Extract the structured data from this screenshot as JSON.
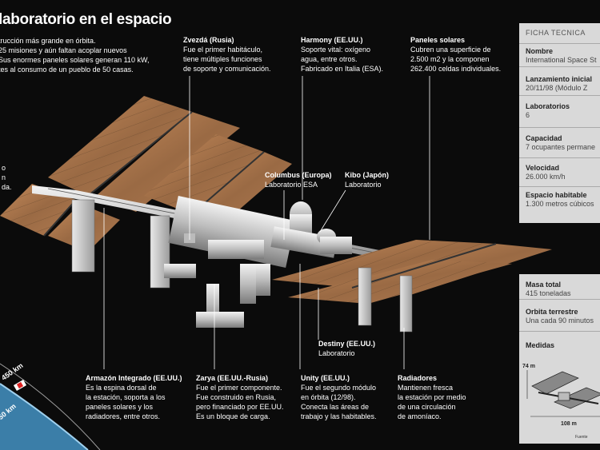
{
  "title": "laboratorio en el espacio",
  "intro": [
    "trucción más grande en órbita.",
    "25 misiones y aún faltan acoplar nuevos",
    "Sus enormes paneles solares generan 110 kW,",
    "tes al consumo de un pueblo de 50 casas."
  ],
  "left_fragments": [
    "o",
    "n",
    "da."
  ],
  "callouts": {
    "zvezda": {
      "title": "Zvezdá (Rusia)",
      "lines": [
        "Fue el primer habitáculo,",
        "tiene múltiples funciones",
        "de soporte y comunicación."
      ]
    },
    "harmony": {
      "title": "Harmony (EE.UU.)",
      "lines": [
        "Soporte vital: oxígeno",
        "agua, entre otros.",
        "Fabricado en Italia (ESA)."
      ]
    },
    "paneles": {
      "title": "Paneles solares",
      "lines": [
        "Cubren una superficie de",
        "2.500 m2 y la componen",
        "262.400 celdas individuales."
      ]
    },
    "columbus": {
      "title": "Columbus (Europa)",
      "lines": [
        "Laboratorio ESA"
      ]
    },
    "kibo": {
      "title": "Kibo (Japón)",
      "lines": [
        "Laboratorio"
      ]
    },
    "destiny": {
      "title": "Destiny (EE.UU.)",
      "lines": [
        "Laboratorio"
      ]
    },
    "armazon": {
      "title": "Armazón Integrado (EE.UU.)",
      "lines": [
        "Es la espina dorsal de",
        "la estación, soporta a los",
        "paneles solares y los",
        "radiadores, entre otros."
      ]
    },
    "zarya": {
      "title": "Zarya (EE.UU.-Rusia)",
      "lines": [
        "Fue el primer componente.",
        "Fue construido en Rusia,",
        "pero financiado por EE.UU.",
        "Es un bloque de carga."
      ]
    },
    "unity": {
      "title": "Unity (EE.UU.)",
      "lines": [
        "Fue el segundo módulo",
        "en órbita (12/98).",
        "Conecta las áreas de",
        "trabajo y las habitables."
      ]
    },
    "radiadores": {
      "title": "Radiadores",
      "lines": [
        "Mantienen fresca",
        "la estación por medio",
        "de una circulación",
        "de amoníaco."
      ]
    }
  },
  "altitudes": {
    "upper": "450 km",
    "lower": "50 km"
  },
  "ficha": {
    "header": "FICHA TECNICA",
    "rows": [
      {
        "k": "Nombre",
        "v": "International Space St"
      },
      {
        "k": "Lanzamiento inicial",
        "v": "20/11/98 (Módulo Z"
      },
      {
        "k": "Laboratorios",
        "v": "6"
      },
      {
        "k": "Capacidad",
        "v": "7 ocupantes permane"
      },
      {
        "k": "Velocidad",
        "v": "26.000 km/h"
      },
      {
        "k": "Espacio habitable",
        "v": "1.300 metros cúbicos"
      }
    ]
  },
  "ficha2": {
    "rows": [
      {
        "k": "Masa total",
        "v": "415 toneladas"
      },
      {
        "k": "Orbita terrestre",
        "v": "Una cada 90 minutos"
      }
    ],
    "medidas_label": "Medidas",
    "dim_height": "74 m",
    "dim_width": "108 m",
    "source": "Fuente"
  }
}
